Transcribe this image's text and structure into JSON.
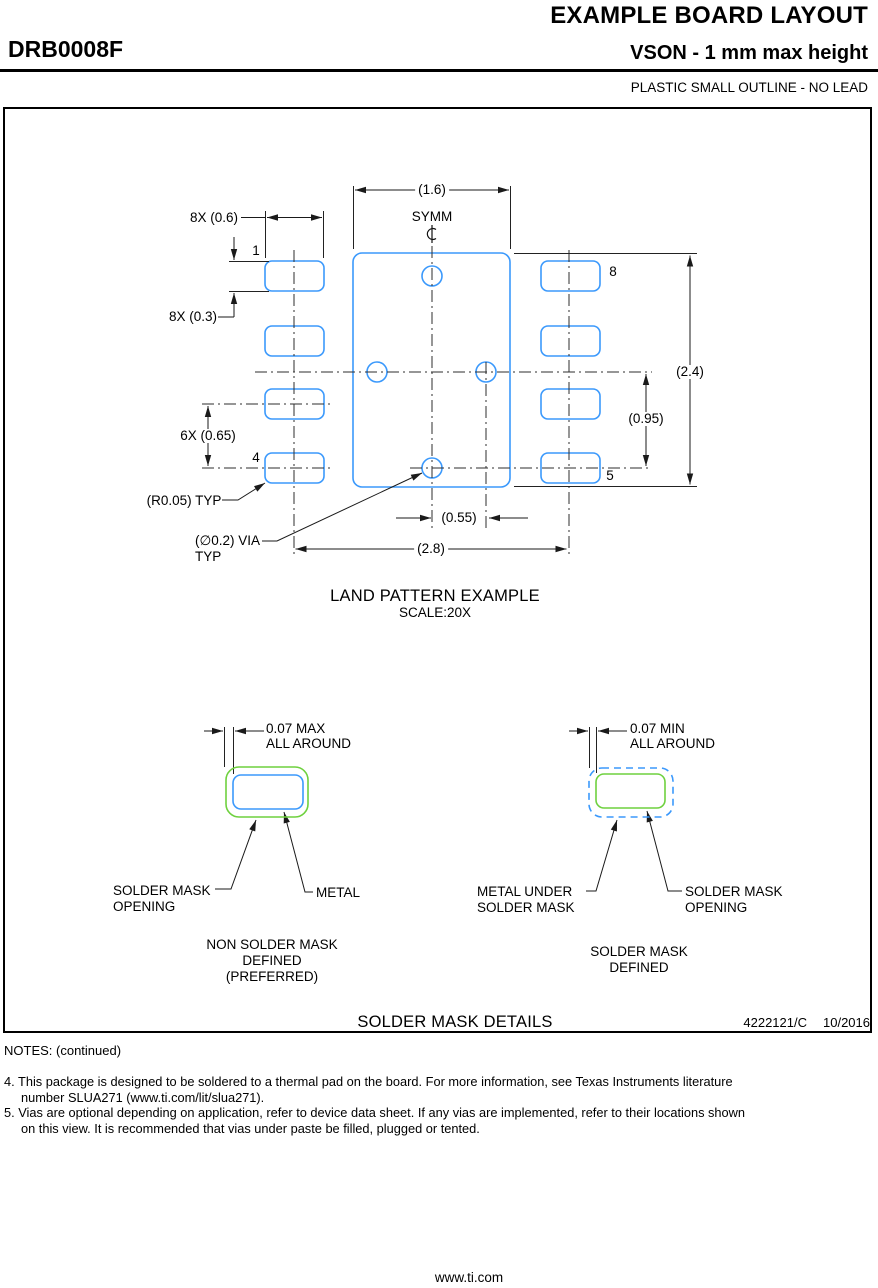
{
  "header": {
    "title": "EXAMPLE BOARD LAYOUT",
    "part_number": "DRB0008F",
    "package_desc": "VSON - 1 mm max height",
    "package_family": "PLASTIC SMALL OUTLINE - NO LEAD"
  },
  "colors": {
    "metal_blue": "#3B99FC",
    "mask_green": "#6FD13F",
    "line_black": "#1a1a1a"
  },
  "land_pattern": {
    "caption": "LAND PATTERN EXAMPLE",
    "scale_note": "SCALE:20X",
    "symm_label": "SYMM",
    "pins": {
      "p1": "1",
      "p4": "4",
      "p5": "5",
      "p8": "8"
    },
    "dims": {
      "pad_width": "8X (0.6)",
      "pad_height": "8X (0.3)",
      "pad_pitch": "6X (0.65)",
      "thermal_width": "(1.6)",
      "thermal_height": "(2.4)",
      "via_row_offset": "(0.95)",
      "via_col_offset": "(0.55)",
      "pad_row_span": "(2.8)",
      "corner_radius": "(R0.05) TYP",
      "via_note_line1": "(∅0.2) VIA",
      "via_note_line2": "TYP"
    }
  },
  "solder_mask": {
    "section_title": "SOLDER MASK DETAILS",
    "nsmd": {
      "clearance_line1": "0.07 MAX",
      "clearance_line2": "ALL AROUND",
      "opening_label_line1": "SOLDER MASK",
      "opening_label_line2": "OPENING",
      "metal_label": "METAL",
      "caption_line1": "NON SOLDER MASK",
      "caption_line2": "DEFINED",
      "caption_line3": "(PREFERRED)"
    },
    "smd": {
      "clearance_line1": "0.07 MIN",
      "clearance_line2": "ALL AROUND",
      "metal_label_line1": "METAL UNDER",
      "metal_label_line2": "SOLDER MASK",
      "opening_label_line1": "SOLDER MASK",
      "opening_label_line2": "OPENING",
      "caption_line1": "SOLDER MASK",
      "caption_line2": "DEFINED"
    }
  },
  "title_block": {
    "drawing_number": "4222121/C",
    "revision_date": "10/2016"
  },
  "notes": {
    "heading": "NOTES: (continued)",
    "items": [
      {
        "number": "4.",
        "line1": "This package is designed to be soldered to a thermal pad on the board. For more information, see Texas Instruments literature",
        "line2": "number SLUA271 (www.ti.com/lit/slua271)."
      },
      {
        "number": "5.",
        "line1": "Vias are optional depending on application, refer to device data sheet. If any vias are implemented, refer to their locations shown",
        "line2": "on this view. It is recommended that vias under paste be filled, plugged or tented."
      }
    ]
  },
  "footer": {
    "url": "www.ti.com"
  }
}
